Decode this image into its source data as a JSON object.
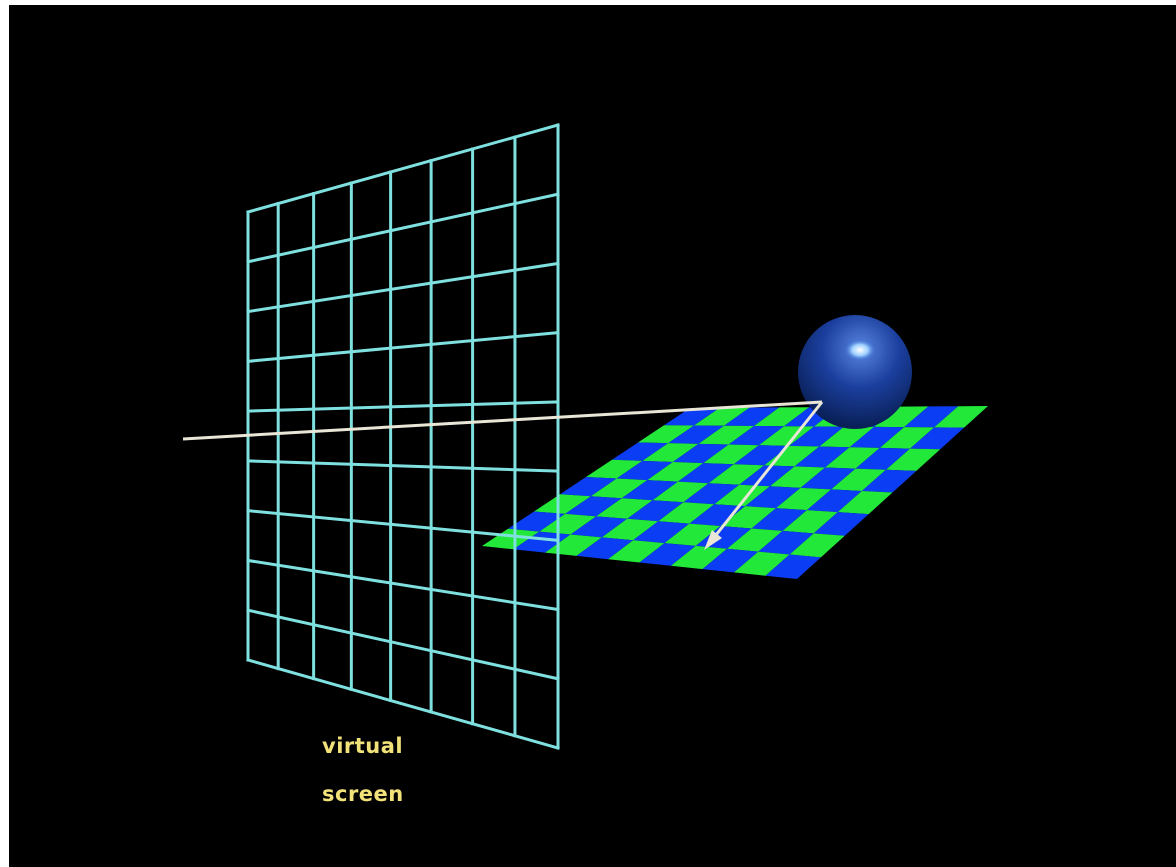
{
  "diagram": {
    "subject": "ray tracing",
    "caption": {
      "line1": "virtual",
      "line2": "screen"
    },
    "virtual_screen": {
      "columns": 8,
      "rows": 9,
      "color": "#7fe0e0"
    },
    "floor": {
      "columns": 10,
      "rows": 8,
      "colors": [
        "#0b3df5",
        "#22e83a"
      ]
    },
    "sphere": {
      "color": "#1b3f9e",
      "highlight": "#cfe9ff"
    },
    "ray": {
      "color": "#e9e6d6"
    },
    "background": "#000000"
  }
}
